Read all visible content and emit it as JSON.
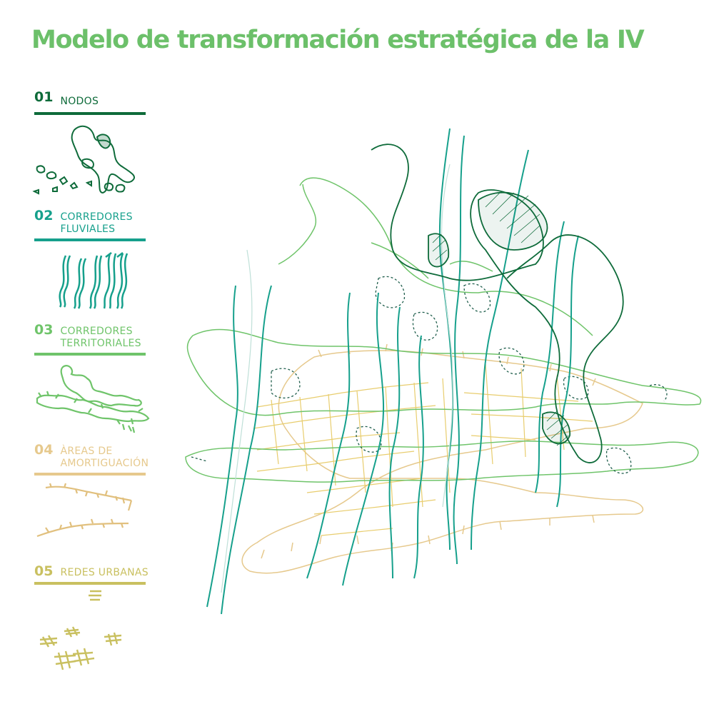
{
  "title": "Modelo de transformación estratégica de la IV",
  "legend": [
    {
      "number": "01",
      "label_lines": [
        "NODOS"
      ],
      "color": "#0e6b3a",
      "icon": "nodes-icon"
    },
    {
      "number": "02",
      "label_lines": [
        "CORREDORES",
        "FLUVIALES"
      ],
      "color": "#16a08c",
      "icon": "river-corridors-icon"
    },
    {
      "number": "03",
      "label_lines": [
        "CORREDORES",
        "TERRITORIALES"
      ],
      "color": "#6fc46a",
      "icon": "territorial-corridors-icon"
    },
    {
      "number": "04",
      "label_lines": [
        "ÀREAS DE",
        "AMORTIGUACIÓN"
      ],
      "color": "#e6c98d",
      "icon": "buffer-areas-icon"
    },
    {
      "number": "05",
      "label_lines": [
        "REDES URBANAS"
      ],
      "color": "#c9c060",
      "icon": "urban-networks-icon"
    }
  ]
}
